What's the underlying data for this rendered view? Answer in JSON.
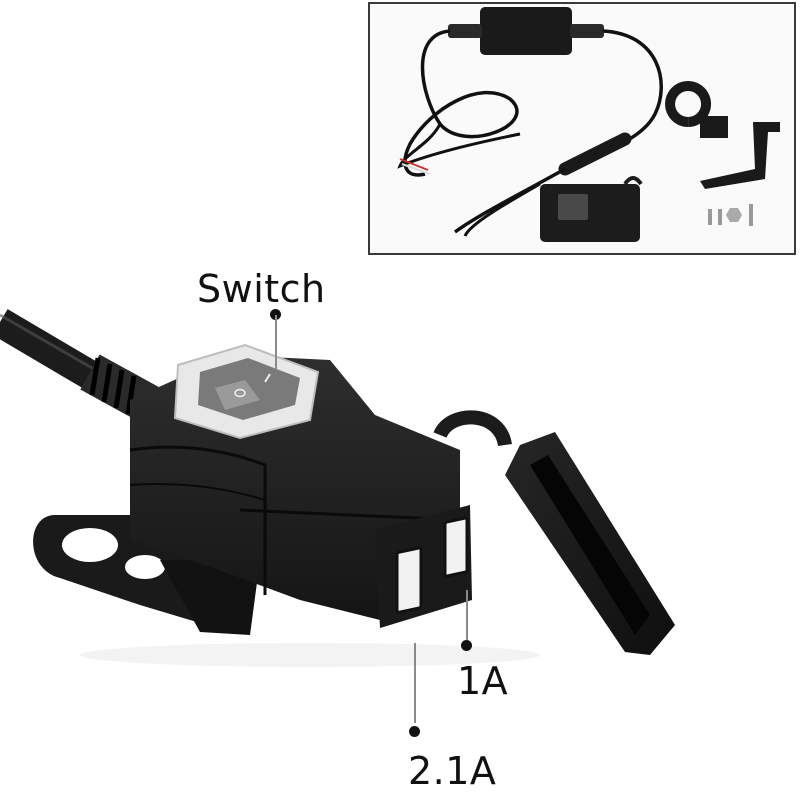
{
  "product": {
    "description": "Waterproof motorcycle dual USB charger with switch",
    "colors": {
      "body": "#1e1e1e",
      "background": "#ffffff",
      "frame": "#3a3a3a",
      "label": "#111111"
    }
  },
  "inset": {
    "contents": [
      "inline-fuse-module",
      "coiled-cable",
      "connector",
      "charger-unit",
      "handlebar-clamp",
      "mounting-bracket",
      "screws-and-nut"
    ]
  },
  "callouts": {
    "switch": {
      "label": "Switch"
    },
    "port_1a": {
      "label": "1A"
    },
    "port_21a": {
      "label": "2.1A"
    }
  }
}
